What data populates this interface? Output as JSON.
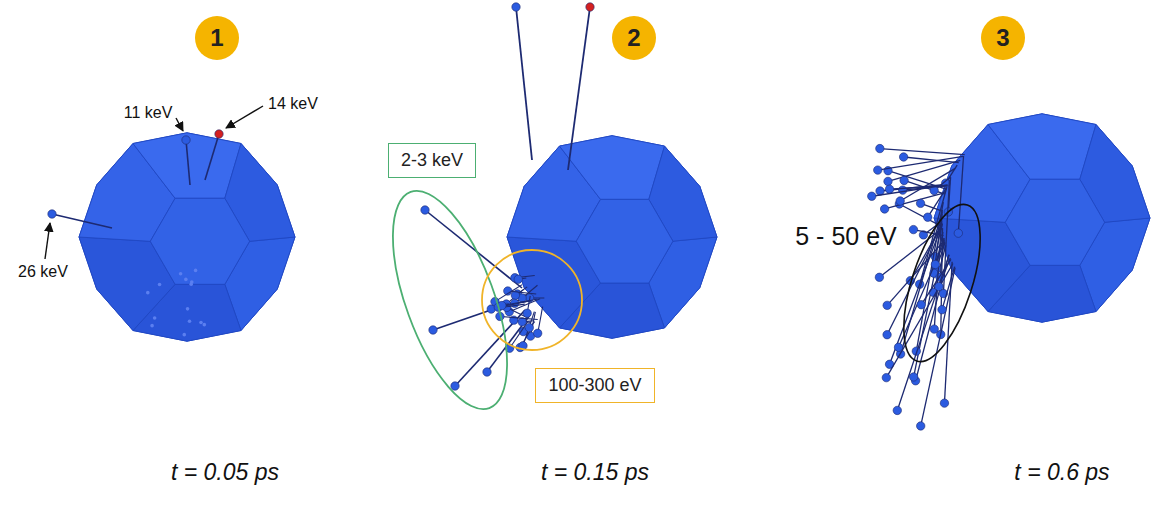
{
  "diagram": {
    "nodes": [
      {
        "text": [
          "1"
        ]
      },
      {
        "text": [
          "2"
        ]
      },
      {
        "text": [
          "2-3 keV"
        ]
      },
      {
        "text": [
          "100-300 eV"
        ]
      },
      {
        "text": [
          "3"
        ]
      }
    ],
    "labels": [
      "11 keV",
      "14 keV",
      "26 keV",
      "5 - 50 eV",
      "t = 0.05 ps",
      "t = 0.15 ps",
      "t = 0.6 ps"
    ]
  }
}
